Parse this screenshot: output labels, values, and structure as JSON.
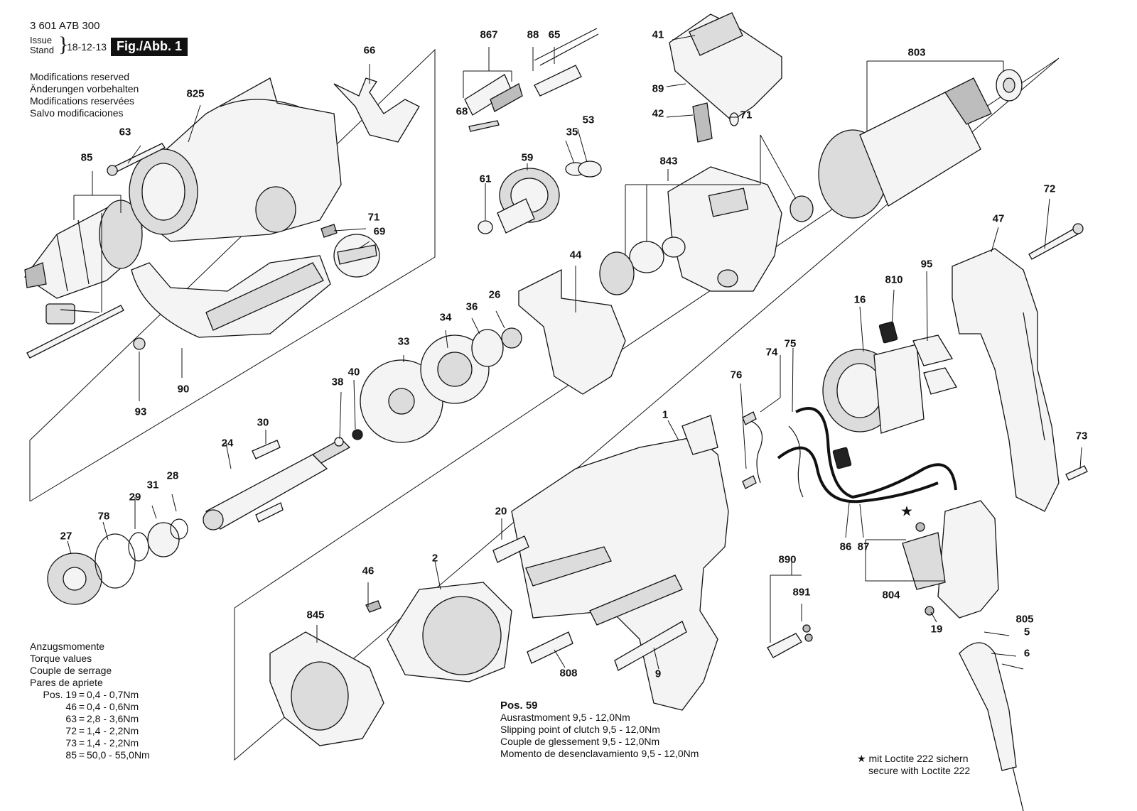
{
  "header": {
    "code": "3 601 A7B 300",
    "issue_line1": "Issue",
    "issue_line2": "Stand",
    "date": "18-12-13",
    "figure": "Fig./Abb. 1"
  },
  "modifications": [
    "Modifications reserved",
    "Änderungen vorbehalten",
    "Modifications reservées",
    "Salvo modificaciones"
  ],
  "torque": {
    "headings": [
      "Anzugsmomente",
      "Torque values",
      "Couple de serrage",
      "Pares de apriete"
    ],
    "rows": [
      {
        "pos": "Pos. 19",
        "value": "0,4 - 0,7Nm"
      },
      {
        "pos": "46",
        "value": "0,4 - 0,6Nm"
      },
      {
        "pos": "63",
        "value": "2,8 - 3,6Nm"
      },
      {
        "pos": "72",
        "value": "1,4 - 2,2Nm"
      },
      {
        "pos": "73",
        "value": "1,4 - 2,2Nm"
      },
      {
        "pos": "85",
        "value": "50,0 - 55,0Nm"
      }
    ]
  },
  "pos59": {
    "title": "Pos. 59",
    "lines": [
      "Ausrastmoment 9,5 - 12,0Nm",
      "Slipping point of clutch 9,5 - 12,0Nm",
      "Couple de glessement 9,5 - 12,0Nm",
      "Momento de desenclavamiento 9,5 - 12,0Nm"
    ]
  },
  "loctite": {
    "line1": "★ mit Loctite 222 sichern",
    "line2": "secure with Loctite 222"
  },
  "parts": [
    "1",
    "2",
    "5",
    "6",
    "9",
    "16",
    "19",
    "20",
    "24",
    "26",
    "27",
    "28",
    "29",
    "30",
    "31",
    "33",
    "34",
    "35",
    "36",
    "38",
    "40",
    "41",
    "42",
    "44",
    "46",
    "47",
    "53",
    "59",
    "61",
    "63",
    "65",
    "66",
    "68",
    "69",
    "71",
    "71",
    "72",
    "73",
    "74",
    "75",
    "76",
    "78",
    "85",
    "86",
    "87",
    "88",
    "89",
    "90",
    "93",
    "95",
    "803",
    "804",
    "805",
    "808",
    "810",
    "825",
    "843",
    "845",
    "867",
    "890",
    "891"
  ],
  "colors": {
    "ink": "#111111",
    "paper": "#ffffff"
  }
}
